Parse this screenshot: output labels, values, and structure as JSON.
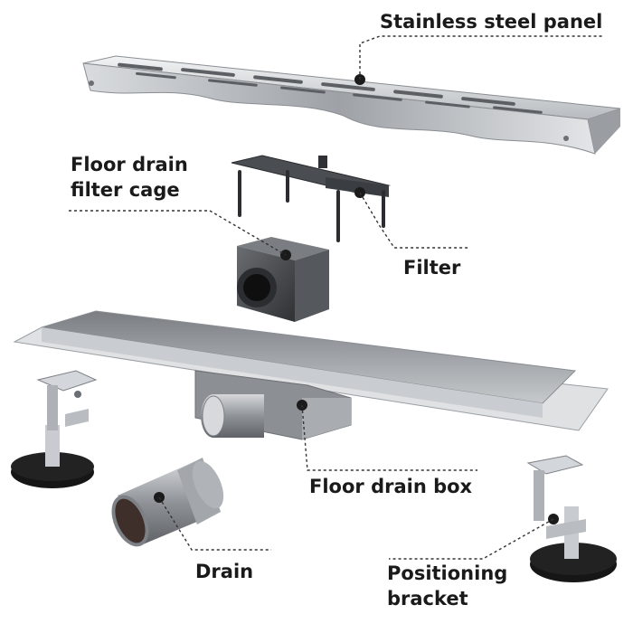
{
  "labels": {
    "panel": "Stainless steel panel",
    "cage_line1": "Floor drain",
    "cage_line2": "filter cage",
    "filter": "Filter",
    "box": "Floor drain box",
    "drain": "Drain",
    "bracket_line1": "Positioning",
    "bracket_line2": "bracket"
  },
  "colors": {
    "label_text": "#1a1a1a",
    "leader_line": "#333333",
    "steel_light": "#e6e8ea",
    "steel_mid": "#b9bdc1",
    "steel_dark": "#7d8186",
    "plastic_dark": "#3d3f43",
    "bracket_base": "#161616"
  }
}
